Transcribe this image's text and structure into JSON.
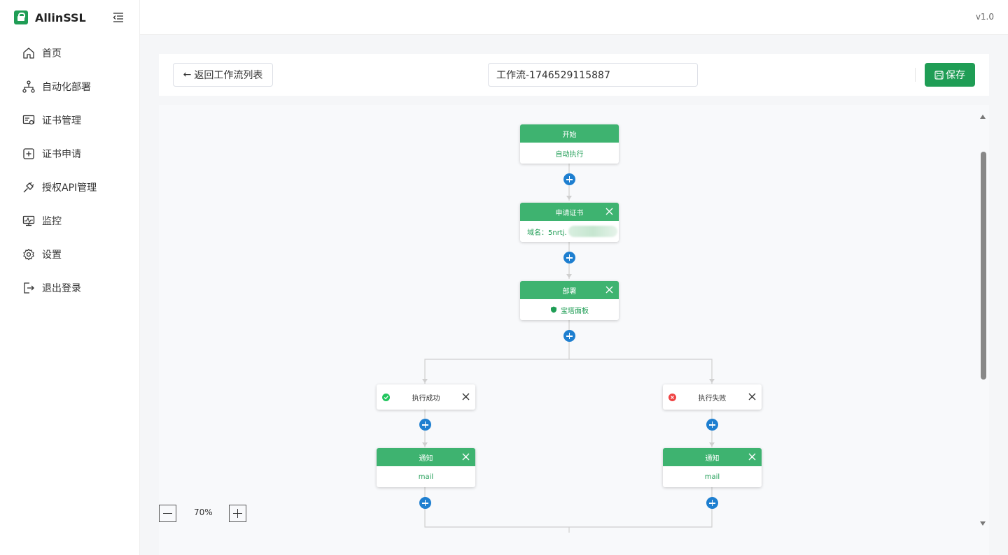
{
  "brand": {
    "name": "AllinSSL"
  },
  "header": {
    "version": "v1.0"
  },
  "sidebar": {
    "items": [
      {
        "label": "首页",
        "icon": "home-icon"
      },
      {
        "label": "自动化部署",
        "icon": "flow-icon"
      },
      {
        "label": "证书管理",
        "icon": "certificate-icon"
      },
      {
        "label": "证书申请",
        "icon": "plus-square-icon"
      },
      {
        "label": "授权API管理",
        "icon": "api-plug-icon"
      },
      {
        "label": "监控",
        "icon": "monitor-icon"
      },
      {
        "label": "设置",
        "icon": "gear-icon"
      },
      {
        "label": "退出登录",
        "icon": "logout-icon"
      }
    ]
  },
  "toolbar": {
    "back_label": "返回工作流列表",
    "workflow_name": "工作流-1746529115887",
    "save_label": "保存"
  },
  "flow": {
    "start": {
      "title": "开始",
      "content": "自动执行"
    },
    "apply": {
      "title": "申请证书",
      "content": "域名：5nrtj."
    },
    "deploy": {
      "title": "部署",
      "content": "宝塔面板"
    },
    "success": {
      "title": "执行成功"
    },
    "fail": {
      "title": "执行失败"
    },
    "notify_success": {
      "title": "通知",
      "content": "mail"
    },
    "notify_fail": {
      "title": "通知",
      "content": "mail"
    }
  },
  "zoom": {
    "level": "70%"
  },
  "colors": {
    "accent": "#1f9d55",
    "node_header": "#3eb370",
    "add_button": "#1e7fd0",
    "success": "#22c55e",
    "error": "#ef4444"
  }
}
